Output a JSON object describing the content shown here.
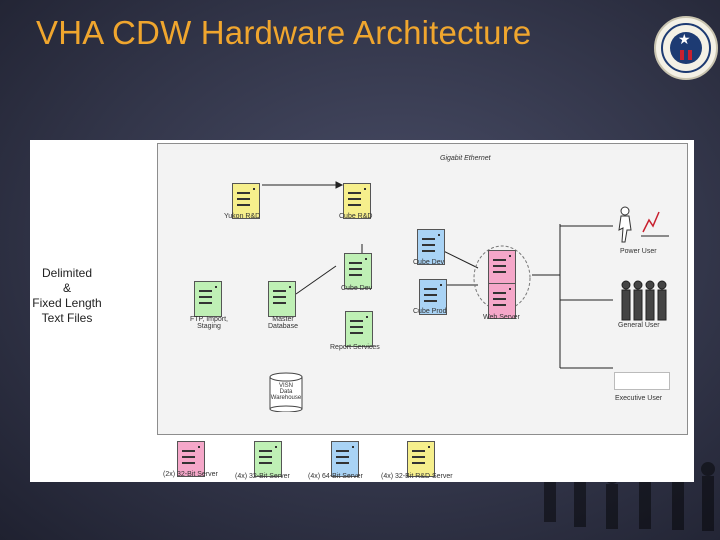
{
  "header": {
    "title": "VHA CDW Hardware Architecture"
  },
  "diagram": {
    "network_label": "Gigabit Ethernet",
    "source_text": "Delimited\n&\nFixed Length\nText Files",
    "nodes": {
      "yukon": "Yukon R&D",
      "cube_rd": "Cube R&D",
      "cube_dev_top": "Cube Dev",
      "cube_dev": "Cube Dev",
      "cube_prod": "Cube Prod",
      "web_server": "Web Server",
      "ftp": "FTP, Import,\nStaging",
      "master_db": "Master\nDatabase",
      "report_services": "Report Services",
      "storage": "VISN\nData\nWarehouse"
    },
    "users": {
      "power": "Power User",
      "general": "General User",
      "executive": "Executive User"
    },
    "legend": [
      {
        "label": "(2x) 32-Bit Server",
        "color": "pink"
      },
      {
        "label": "(4x) 32-Bit Server",
        "color": "green"
      },
      {
        "label": "(4x) 64-Bit Server",
        "color": "blue"
      },
      {
        "label": "(4x) 32-Bit R&D Server",
        "color": "yellow"
      }
    ]
  },
  "colors": {
    "title": "#f0a62e",
    "background": "#33364a"
  }
}
